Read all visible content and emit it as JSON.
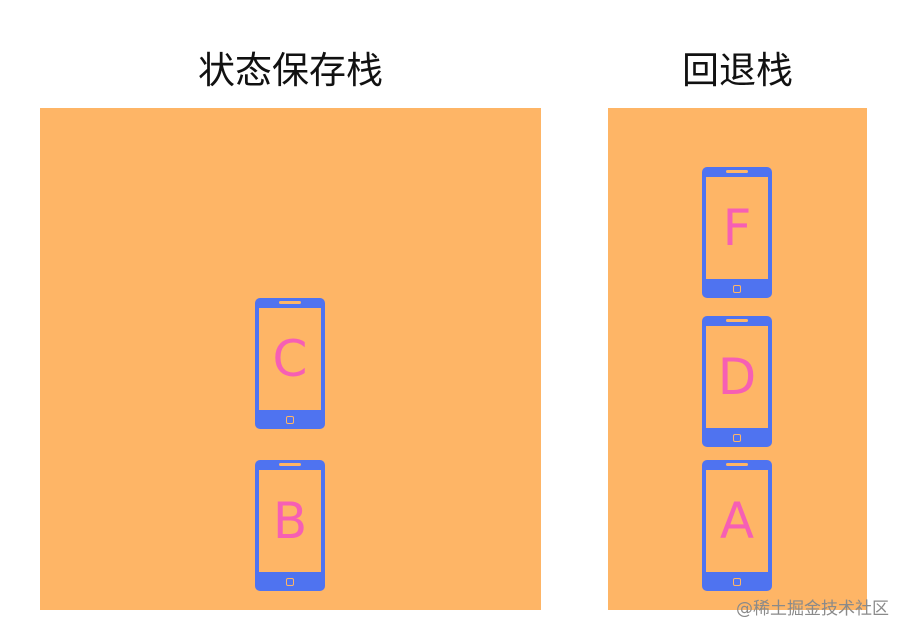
{
  "titles": {
    "left": "状态保存栈",
    "right": "回退栈"
  },
  "state_stack": {
    "phones": [
      "C",
      "B"
    ]
  },
  "back_stack": {
    "phones": [
      "F",
      "D",
      "A"
    ]
  },
  "watermark": "@稀土掘金技术社区",
  "colors": {
    "panel": "#FEB566",
    "phone": "#4F73F0",
    "letter": "#F65FB4"
  }
}
